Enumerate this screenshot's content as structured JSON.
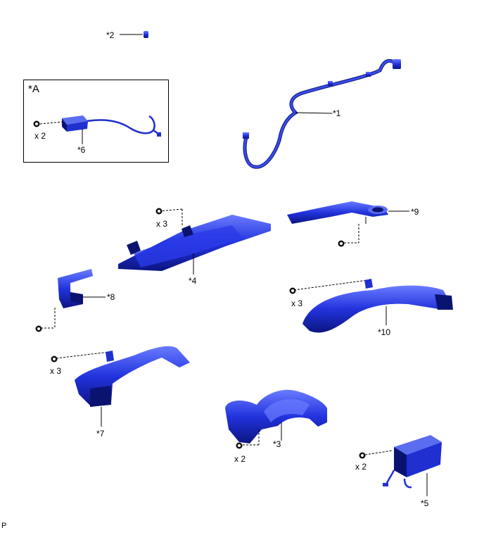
{
  "labels": {
    "p1": "*1",
    "p2": "*2",
    "p3": "*3",
    "p4": "*4",
    "p5": "*5",
    "p6": "*6",
    "p7": "*7",
    "p8": "*8",
    "p9": "*9",
    "p10": "*10",
    "inset": "*A",
    "qty_a": "x 2",
    "qty_4": "x 3",
    "qty_10": "x 3",
    "qty_7": "x 3",
    "qty_3": "x 2",
    "qty_5": "x 2",
    "corner": "P"
  },
  "colors": {
    "part_fill": "#1f2fd0",
    "part_dark": "#0a1470",
    "part_light": "#5a6cf0",
    "line": "#000000"
  }
}
